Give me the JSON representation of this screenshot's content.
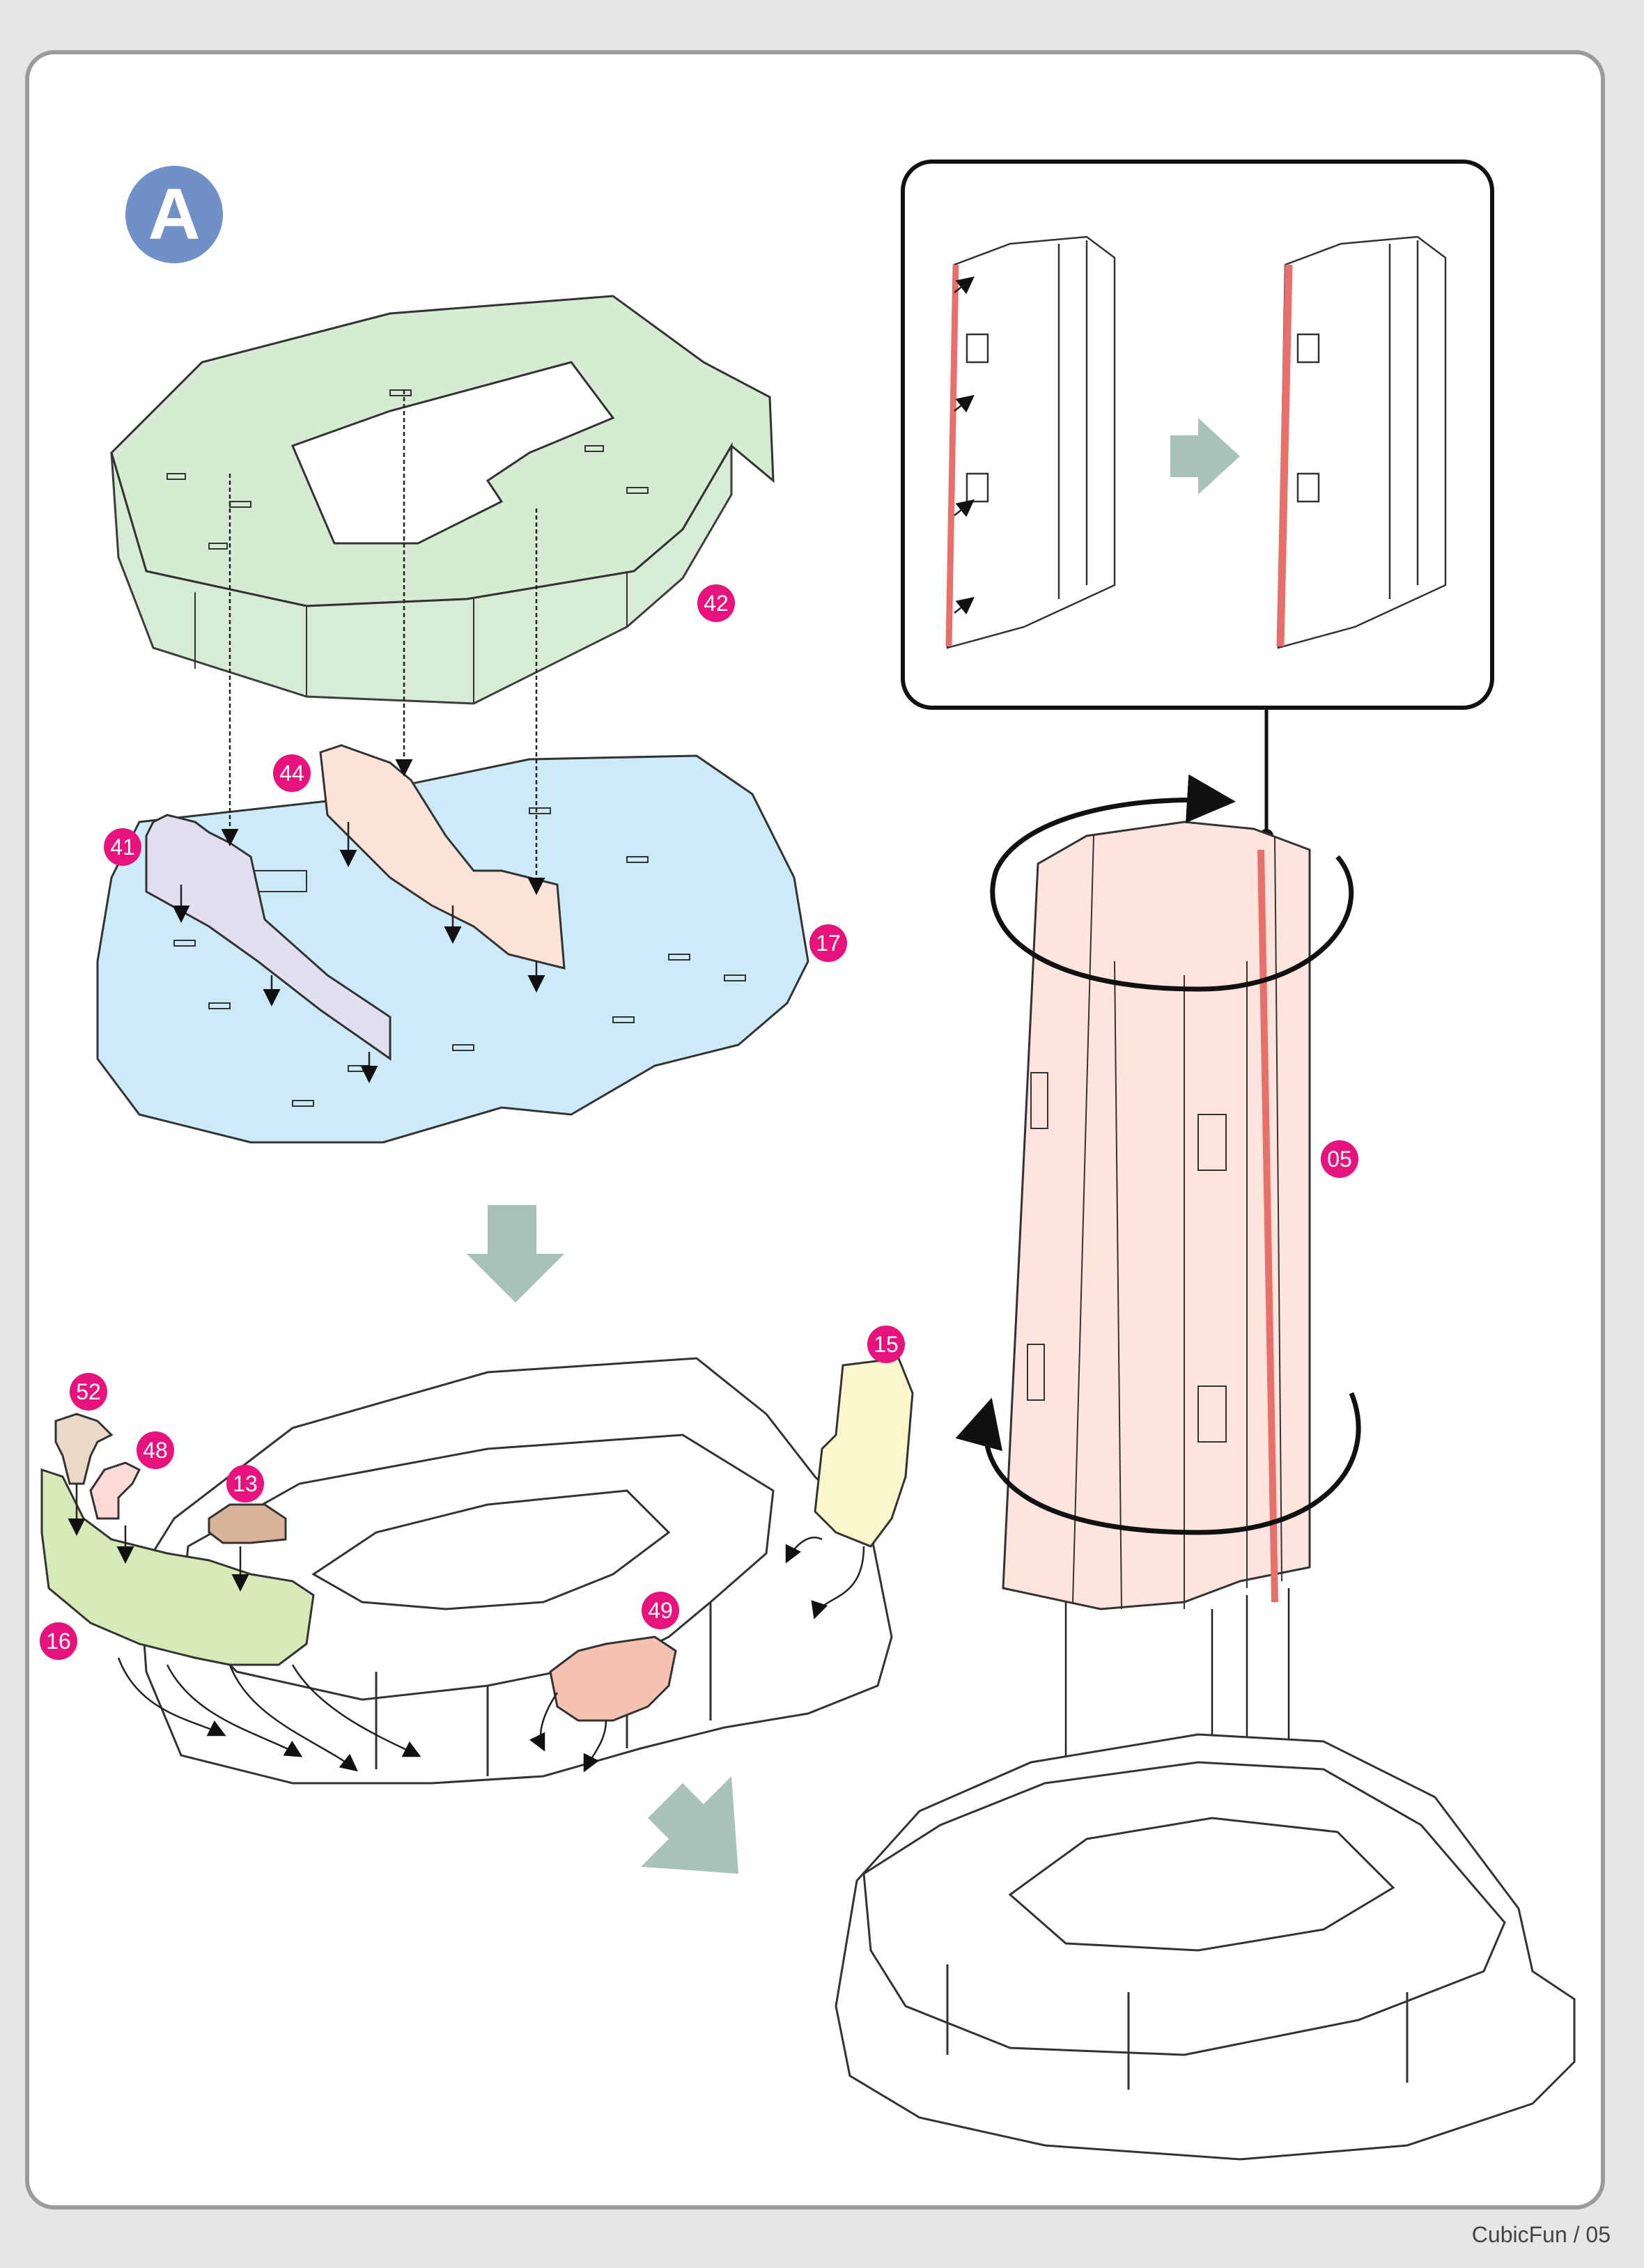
{
  "step": {
    "letter": "A"
  },
  "colors": {
    "badge": "#7090c8",
    "part_label": "#e8127c",
    "arrow": "#a9c2b8",
    "part_42": "#d5ecd2",
    "part_17": "#cceaf7",
    "part_44": "#fbe3d7",
    "part_41": "#e3deef",
    "part_05": "#fde5de",
    "part_16": "#d6eab8",
    "part_15": "#fbf6cc",
    "part_13": "#d9b49a",
    "part_48": "#fbd9d6",
    "part_52": "#ecd8c6",
    "part_49": "#f5c2b2",
    "glue_strip": "#e8706a"
  },
  "parts": {
    "p42": "42",
    "p44": "44",
    "p41": "41",
    "p17": "17",
    "p05": "05",
    "p15": "15",
    "p52": "52",
    "p48": "48",
    "p13": "13",
    "p16": "16",
    "p49": "49"
  },
  "footer": {
    "text": "CubicFun / 05"
  }
}
